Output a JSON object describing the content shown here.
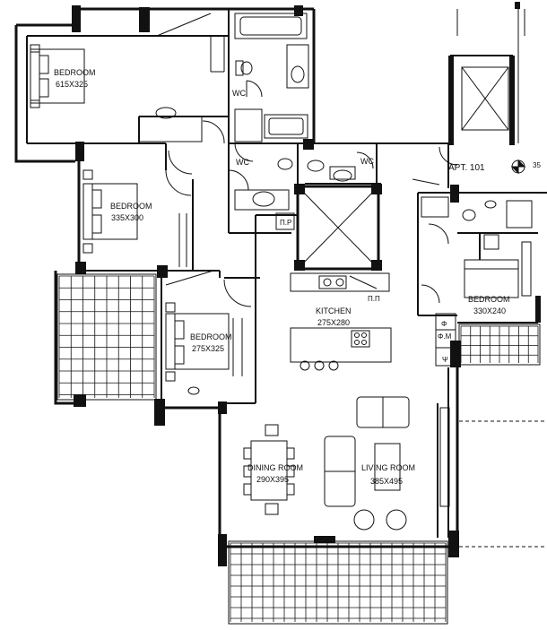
{
  "plan": {
    "rooms": [
      {
        "name": "BEDROOM",
        "size": "615X325"
      },
      {
        "name": "BEDROOM",
        "size": "335X300"
      },
      {
        "name": "BEDROOM",
        "size": "275X325"
      },
      {
        "name": "KITCHEN",
        "size": "275X280"
      },
      {
        "name": "DINING ROOM",
        "size": "290X395"
      },
      {
        "name": "LIVING ROOM",
        "size": "385X495"
      },
      {
        "name": "BEDROOM",
        "size": "330X240"
      }
    ],
    "wc_labels": [
      "WC",
      "WC",
      "WC"
    ],
    "small_labels": {
      "pantry_a": "Π.Ρ",
      "pantry_b": "Π.Π",
      "phi": "Φ",
      "phi_m": "Φ.Μ",
      "psi": "Ψ"
    },
    "apartment_label": "APT. 101",
    "edge_number": "35"
  }
}
